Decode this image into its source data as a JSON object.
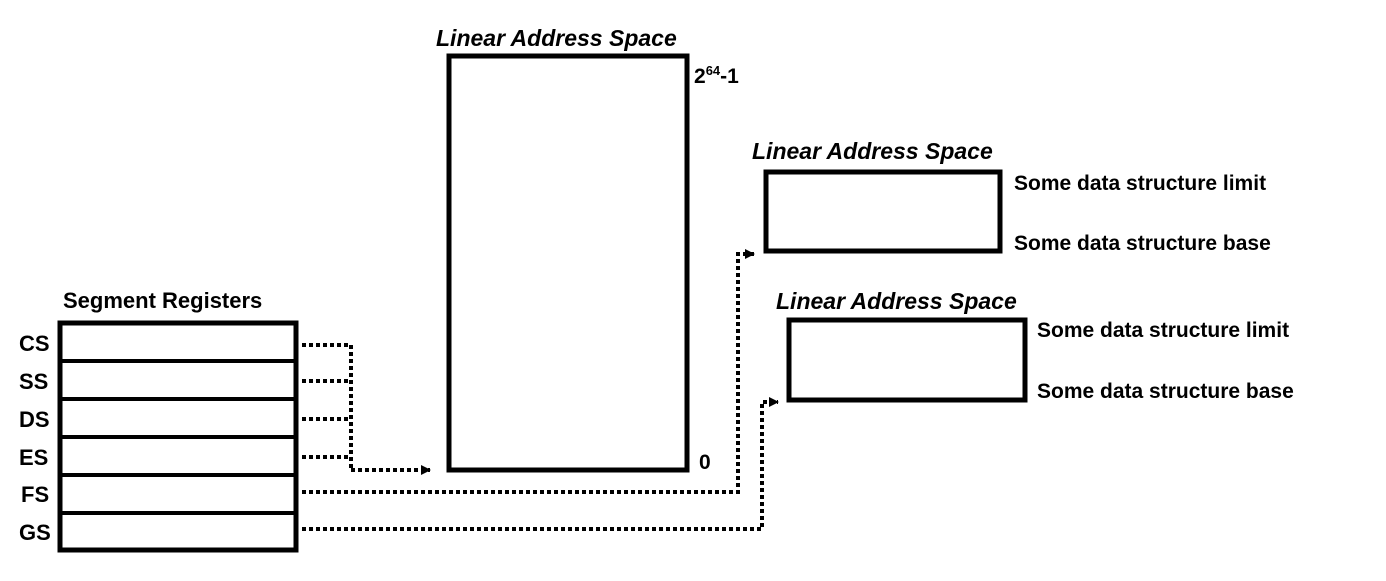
{
  "diagram": {
    "main_space": {
      "title": "Linear Address Space",
      "top_label_base": "2",
      "top_label_exp": "64",
      "top_label_suffix": "-1",
      "bottom_label": "0"
    },
    "upper_space": {
      "title": "Linear Address Space",
      "limit_label": "Some data structure limit",
      "base_label": "Some data structure base"
    },
    "lower_space": {
      "title": "Linear Address Space",
      "limit_label": "Some data structure limit",
      "base_label": "Some data structure base"
    },
    "segment_registers": {
      "title": "Segment Registers",
      "registers": [
        "CS",
        "SS",
        "DS",
        "ES",
        "FS",
        "GS"
      ]
    },
    "colors": {
      "line": "#000000",
      "background": "#ffffff"
    }
  }
}
